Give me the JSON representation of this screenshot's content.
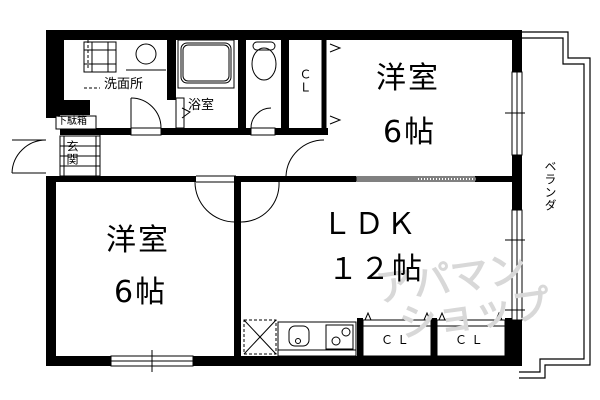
{
  "diagram": {
    "type": "floor-plan",
    "layout": "1LDK+",
    "rooms": [
      {
        "id": "western-room-1",
        "name": "洋室",
        "size": "6帖"
      },
      {
        "id": "western-room-2",
        "name": "洋室",
        "size": "6帖"
      },
      {
        "id": "ldk",
        "name": "ＬＤＫ",
        "size": "１２帖"
      },
      {
        "id": "washroom",
        "name": "洗面所"
      },
      {
        "id": "bathroom",
        "name": "浴室"
      },
      {
        "id": "entrance",
        "name": "玄関"
      },
      {
        "id": "shoe-box",
        "name": "下駄箱"
      },
      {
        "id": "balcony",
        "name": "ベランダ"
      }
    ],
    "closets": [
      {
        "id": "cl-hall",
        "label": "ＣＬ"
      },
      {
        "id": "cl-ldk-1",
        "label": "ＣＬ"
      },
      {
        "id": "cl-ldk-2",
        "label": "ＣＬ"
      }
    ],
    "fixtures": [
      "washing-machine-pan",
      "washbasin",
      "bathtub",
      "toilet",
      "refrigerator-space",
      "kitchen-sink",
      "gas-stove"
    ],
    "watermark": {
      "line1": "アパマン",
      "line2": "ショップ",
      "side": "WL"
    },
    "colors": {
      "wall": "#000000",
      "line": "#000000",
      "background": "#ffffff",
      "watermark": "#d8d8d8"
    }
  }
}
